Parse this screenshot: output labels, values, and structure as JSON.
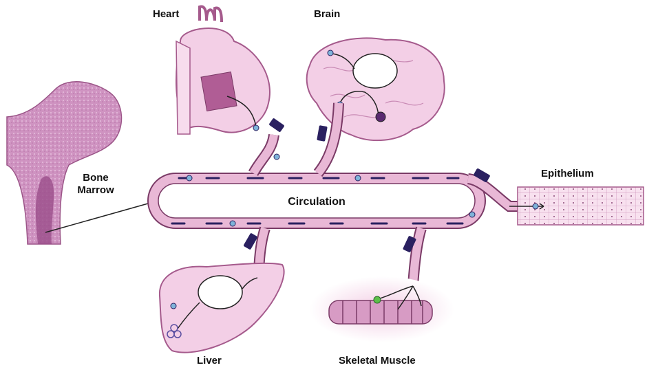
{
  "labels": {
    "heart": "Heart",
    "brain": "Brain",
    "bone_marrow_line1": "Bone",
    "bone_marrow_line2": "Marrow",
    "circulation": "Circulation",
    "epithelium": "Epithelium",
    "liver": "Liver",
    "skeletal_muscle": "Skeletal Muscle"
  },
  "colors": {
    "vessel": "#e9b8d6",
    "vessel_stroke": "#7a3a66",
    "tissue_pink": "#f3cfe6",
    "tissue_stroke": "#a55a8c",
    "bone": "#cf93c1",
    "marker": "#2a2060",
    "cell": "#7fb3d9",
    "green_cell": "#5cbf4a"
  }
}
